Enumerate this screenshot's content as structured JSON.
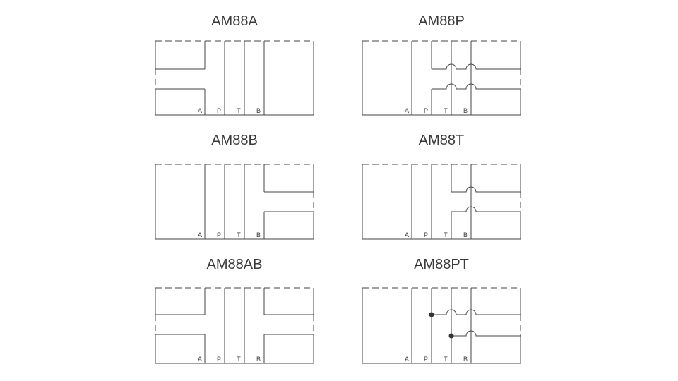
{
  "diagrams": [
    {
      "title": "AM88A",
      "ports": [
        "A",
        "P",
        "T",
        "B"
      ],
      "left": "channel",
      "right": "none",
      "passes": []
    },
    {
      "title": "AM88P",
      "ports": [
        "A",
        "P",
        "T",
        "B"
      ],
      "left": "none",
      "right": "open",
      "passes": [
        "T",
        "B"
      ]
    },
    {
      "title": "AM88B",
      "ports": [
        "A",
        "P",
        "T",
        "B"
      ],
      "left": "none",
      "right": "channel",
      "passes": []
    },
    {
      "title": "AM88T",
      "ports": [
        "A",
        "P",
        "T",
        "B"
      ],
      "left": "none",
      "right": "open",
      "passes": [
        "B"
      ]
    },
    {
      "title": "AM88AB",
      "ports": [
        "A",
        "P",
        "T",
        "B"
      ],
      "left": "channel",
      "right": "channel",
      "passes": []
    },
    {
      "title": "AM88PT",
      "ports": [
        "A",
        "P",
        "T",
        "B"
      ],
      "left": "none",
      "right": "open",
      "passes": [
        "T",
        "B"
      ],
      "junctions": true
    }
  ]
}
